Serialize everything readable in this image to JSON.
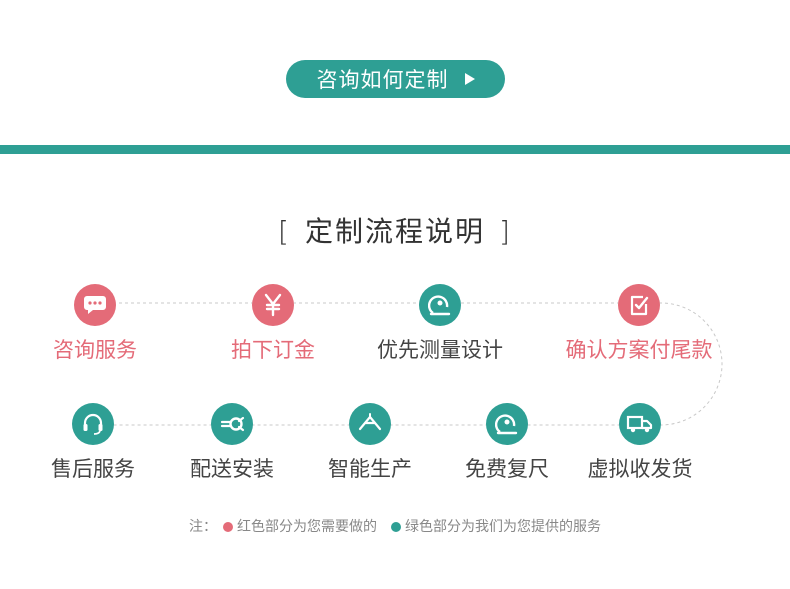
{
  "cta": {
    "label": "咨询如何定制"
  },
  "section_title": {
    "open": "[",
    "text": "定制流程说明",
    "close": "]"
  },
  "steps": [
    {
      "label": "咨询服务",
      "icon": "chat-bubble-icon",
      "role": "customer"
    },
    {
      "label": "拍下订金",
      "icon": "yen-icon",
      "role": "customer"
    },
    {
      "label": "优先测量设计",
      "icon": "tape-measure-icon",
      "role": "provider"
    },
    {
      "label": "确认方案付尾款",
      "icon": "checklist-icon",
      "role": "customer"
    },
    {
      "label": "免费复尺",
      "icon": "tape-measure-icon",
      "role": "provider"
    },
    {
      "label": "虚拟收发货",
      "icon": "delivery-truck-icon",
      "role": "provider"
    },
    {
      "label": "智能生产",
      "icon": "saw-icon",
      "role": "provider"
    },
    {
      "label": "配送安装",
      "icon": "wrench-icon",
      "role": "provider"
    },
    {
      "label": "售后服务",
      "icon": "headset-icon",
      "role": "provider"
    }
  ],
  "legend": {
    "prefix": "注：",
    "customer": "红色部分为您需要做的",
    "provider": "绿色部分为我们为您提供的服务"
  },
  "colors": {
    "customer": "#e46b78",
    "provider": "#2e9f94",
    "text": "#444444"
  }
}
